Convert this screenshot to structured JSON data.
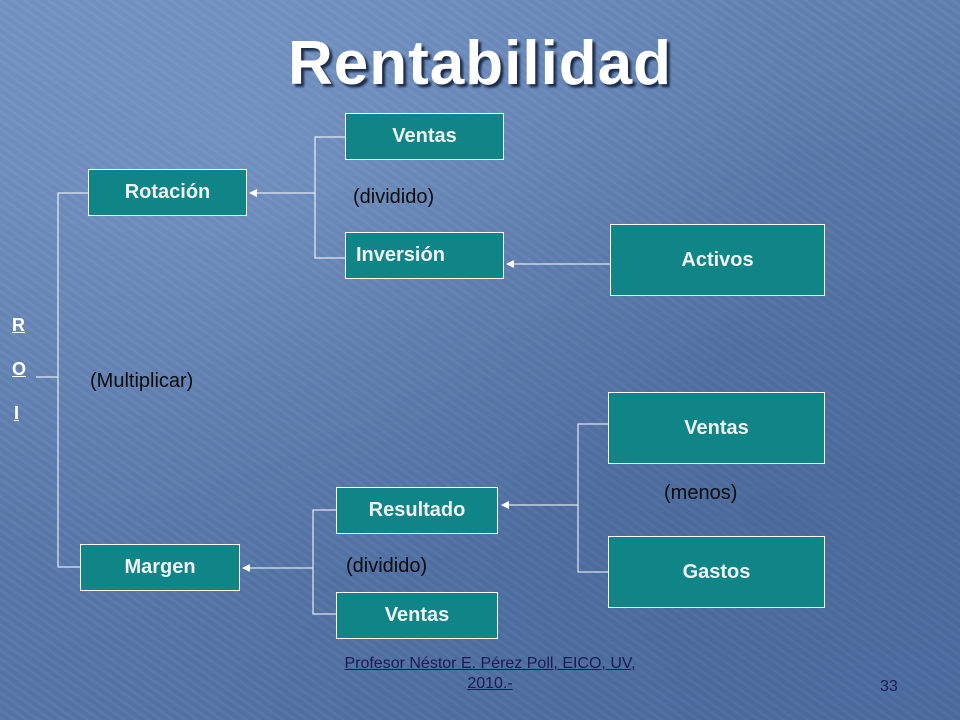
{
  "title": "Rentabilidad",
  "roi_letters": [
    "R",
    "O",
    "I"
  ],
  "boxes": {
    "ventas_top": "Ventas",
    "rotacion": "Rotación",
    "inversion": "Inversión",
    "activos": "Activos",
    "ventas_right": "Ventas",
    "resultado": "Resultado",
    "gastos": "Gastos",
    "margen": "Margen",
    "ventas_bottom": "Ventas"
  },
  "labels": {
    "dividido_top": "(dividido)",
    "multiplicar": "(Multiplicar)",
    "menos": "(menos)",
    "dividido_bottom": "(dividido)"
  },
  "footer": {
    "author": "Profesor Néstor E. Pérez Poll, EICO, UV, 2010.-",
    "page_number": "33"
  }
}
